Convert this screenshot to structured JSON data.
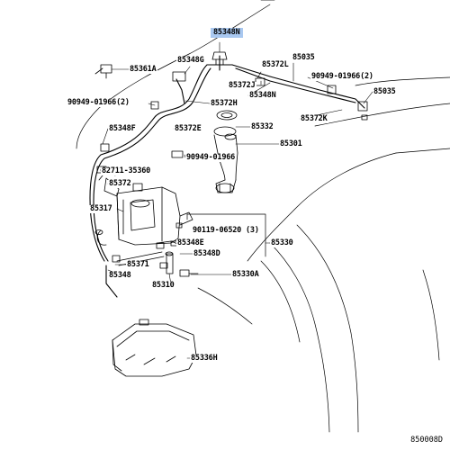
{
  "labels": {
    "p85348N_top": "85348N",
    "p85361A": "85361A",
    "p85348G": "85348G",
    "p85035_top": "85035",
    "p85372L": "85372L",
    "p90949_left": "90949-01966(2)",
    "p90949_right": "90949-01966(2)",
    "p85372J": "85372J",
    "p85348N_mid": "85348N",
    "p85035_right": "85035",
    "p85372H": "85372H",
    "p85372K": "85372K",
    "p85348F": "85348F",
    "p85372E": "85372E",
    "p85332": "85332",
    "p85301": "85301",
    "p90949_mid": "90949-01966",
    "p82711": "82711-35360",
    "p85372": "85372",
    "p85317": "85317",
    "p90119": "90119-06520 (3)",
    "p85348E": "85348E",
    "p85330": "85330",
    "p85348D": "85348D",
    "p85371": "85371",
    "p85330A": "85330A",
    "p85348": "85348",
    "p85310": "85310",
    "p85336H": "85336H"
  },
  "diagram_code": "850008D",
  "colors": {
    "highlight": "#a9c8f0",
    "line": "#000000",
    "background": "#ffffff"
  }
}
